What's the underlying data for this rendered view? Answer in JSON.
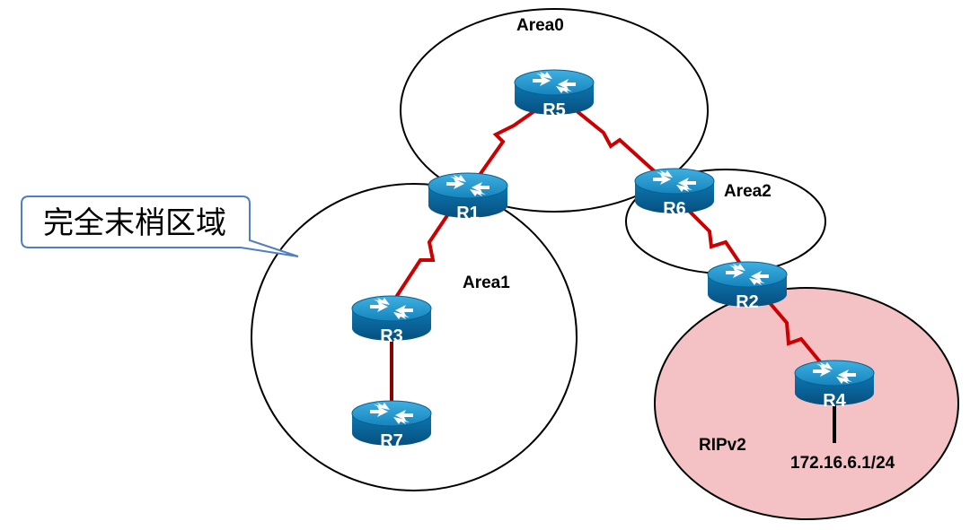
{
  "areas": {
    "area0": "Area0",
    "area1": "Area1",
    "area2": "Area2",
    "rip": "RIPv2"
  },
  "routers": {
    "r1": "R1",
    "r2": "R2",
    "r3": "R3",
    "r4": "R4",
    "r5": "R5",
    "r6": "R6",
    "r7": "R7"
  },
  "network": "172.16.6.1/24",
  "callout": "完全末梢区域",
  "colors": {
    "serial_link": "#cc0000",
    "ethernet_link": "#8b0000",
    "rip_fill": "#f4c2c5",
    "router_top": "#1f8fc4",
    "router_body": "#0b6ea6",
    "callout_border": "#4f7fc0"
  }
}
